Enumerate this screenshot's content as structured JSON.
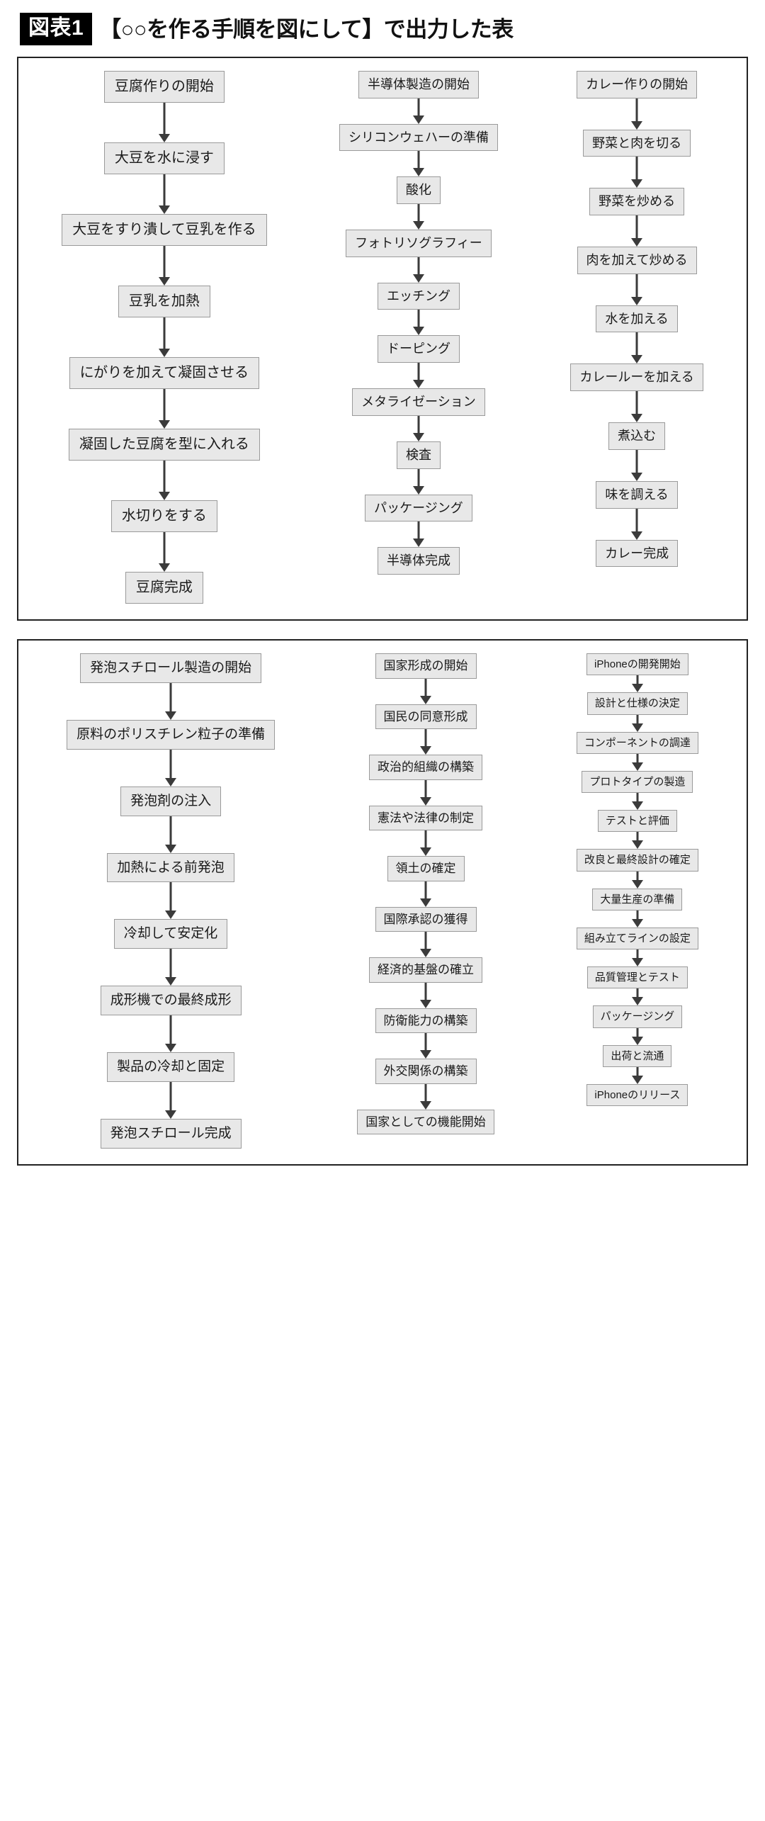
{
  "header": {
    "badge": "図表1",
    "title": "【○○を作る手順を図にして】で出力した表"
  },
  "theme": {
    "node_fill": "#e8e8e8",
    "node_border": "#9a9a9a",
    "arrow_color": "#3b3b3b",
    "panel_border": "#222222",
    "badge_bg": "#000000",
    "badge_fg": "#ffffff"
  },
  "chart_data": {
    "type": "diagram",
    "title": "【○○を作る手順を図にして】で出力した表",
    "layout": "two panels, three vertical flowchart columns each",
    "panels": [
      {
        "id": "panel-1",
        "columns": [
          {
            "id": "tofu",
            "name": "豆腐作り",
            "nodes": [
              "豆腐作りの開始",
              "大豆を水に浸す",
              "大豆をすり潰して豆乳を作る",
              "豆乳を加熱",
              "にがりを加えて凝固させる",
              "凝固した豆腐を型に入れる",
              "水切りをする",
              "豆腐完成"
            ]
          },
          {
            "id": "semiconductor",
            "name": "半導体製造",
            "nodes": [
              "半導体製造の開始",
              "シリコンウェハーの準備",
              "酸化",
              "フォトリソグラフィー",
              "エッチング",
              "ドーピング",
              "メタライゼーション",
              "検査",
              "パッケージング",
              "半導体完成"
            ]
          },
          {
            "id": "curry",
            "name": "カレー作り",
            "nodes": [
              "カレー作りの開始",
              "野菜と肉を切る",
              "野菜を炒める",
              "肉を加えて炒める",
              "水を加える",
              "カレールーを加える",
              "煮込む",
              "味を調える",
              "カレー完成"
            ]
          }
        ]
      },
      {
        "id": "panel-2",
        "columns": [
          {
            "id": "styrofoam",
            "name": "発泡スチロール製造",
            "nodes": [
              "発泡スチロール製造の開始",
              "原料のポリスチレン粒子の準備",
              "発泡剤の注入",
              "加熱による前発泡",
              "冷却して安定化",
              "成形機での最終成形",
              "製品の冷却と固定",
              "発泡スチロール完成"
            ]
          },
          {
            "id": "nation",
            "name": "国家形成",
            "nodes": [
              "国家形成の開始",
              "国民の同意形成",
              "政治的組織の構築",
              "憲法や法律の制定",
              "領土の確定",
              "国際承認の獲得",
              "経済的基盤の確立",
              "防衛能力の構築",
              "外交関係の構築",
              "国家としての機能開始"
            ]
          },
          {
            "id": "iphone",
            "name": "iPhone開発",
            "nodes": [
              "iPhoneの開発開始",
              "設計と仕様の決定",
              "コンポーネントの調達",
              "プロトタイプの製造",
              "テストと評価",
              "改良と最終設計の確定",
              "大量生産の準備",
              "組み立てラインの設定",
              "品質管理とテスト",
              "パッケージング",
              "出荷と流通",
              "iPhoneのリリース"
            ]
          }
        ]
      }
    ]
  }
}
